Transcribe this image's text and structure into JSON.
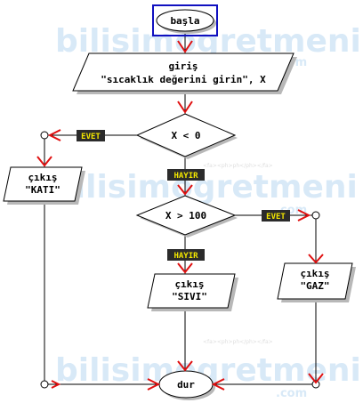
{
  "watermark": {
    "main": "bilisimogretmeni",
    "domain": ".com",
    "tag": "<fa><ph>ph</ph></fa>"
  },
  "nodes": {
    "start": "başla",
    "input_line1": "giriş",
    "input_line2": "\"sıcaklık değerini girin\", X",
    "decision1": "X < 0",
    "decision2": "X > 100",
    "out_solid_line1": "çıkış",
    "out_solid_line2": "\"KATI\"",
    "out_liquid_line1": "çıkış",
    "out_liquid_line2": "\"SIVI\"",
    "out_gas_line1": "çıkış",
    "out_gas_line2": "\"GAZ\"",
    "end": "dur"
  },
  "badges": {
    "d1_yes": "EVET",
    "d1_no": "HAYIR",
    "d2_yes": "EVET",
    "d2_no": "HAYIR"
  },
  "colors": {
    "arrow": "#e01010",
    "highlight": "#1010c0",
    "badge_bg": "#2b2b2b",
    "badge_text": "#f2e600"
  }
}
